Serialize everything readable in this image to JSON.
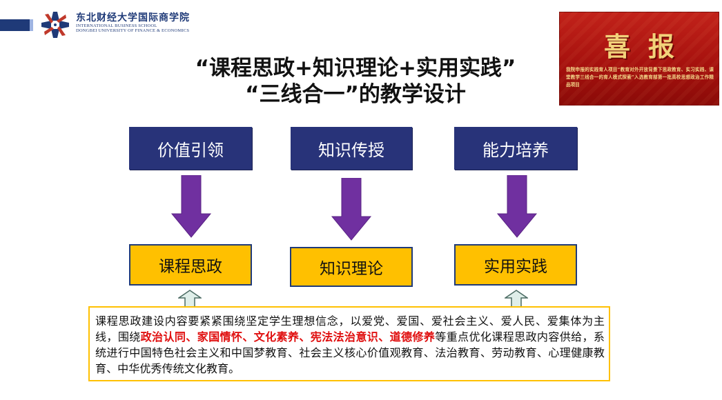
{
  "header": {
    "school_name_cn": "东北财经大学国际商学院",
    "school_name_en_1": "INTERNATIONAL BUSINESS SCHOOL",
    "school_name_en_2": "DONGBEI UNIVERSITY OF FINANCE & ECONOMICS"
  },
  "title": {
    "line1": "“课程思政+知识理论+实用实践”",
    "line2": "“三线合一”的教学设计"
  },
  "news_image": {
    "title": "喜报",
    "text": "我院申报的实践育人项目“教育对外开放背景下思政教育、实习实践、课堂教学三线合一的育人模式探索”入选教育部第一批高校思想政治工作精品项目"
  },
  "columns": [
    {
      "top": "价值引领",
      "bottom": "课程思政"
    },
    {
      "top": "知识传授",
      "bottom": "知识理论"
    },
    {
      "top": "能力培养",
      "bottom": "实用实践"
    }
  ],
  "description": {
    "before": "课程思政建设内容要紧紧围绕坚定学生理想信念，以爱党、爱国、爱社会主义、爱人民、爱集体为主线，围绕",
    "highlight": "政治认同、家国情怀、文化素养、宪法法治意识、道德修养",
    "after": "等重点优化课程思政内容供给，系统进行中国特色社会主义和中国梦教育、社会主义核心价值观教育、法治教育、劳动教育、心理健康教育、中华优秀传统文化教育。"
  },
  "colors": {
    "top_box": "#283379",
    "bottom_box": "#ffc000",
    "arrow": "#7030a0",
    "highlight": "#e01010"
  }
}
